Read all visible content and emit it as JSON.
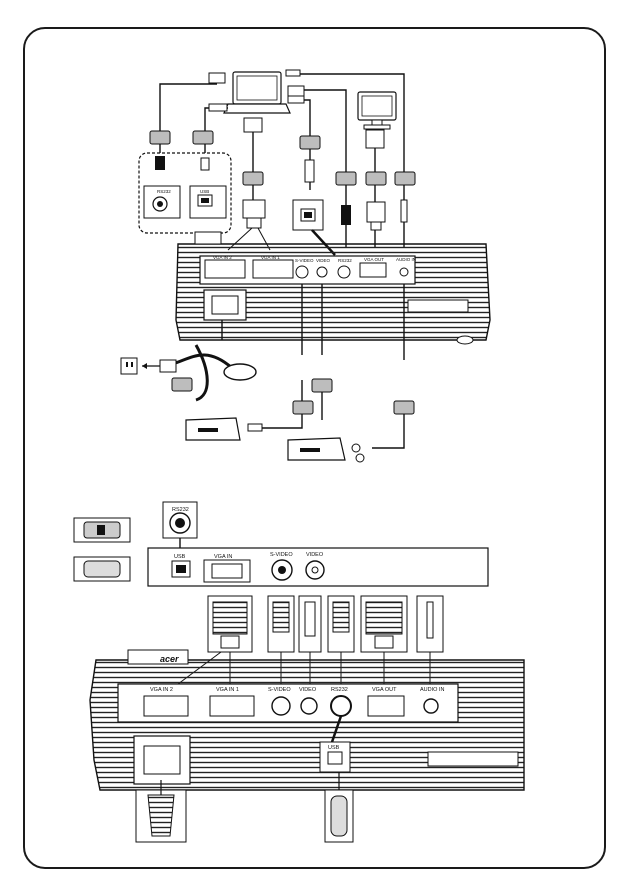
{
  "ports_top": {
    "vga_in_2": "VGA IN 2",
    "vga_in_1": "VGA IN 1",
    "s_video": "S-VIDEO",
    "video": "VIDEO",
    "rs232": "RS232",
    "vga_out": "VGA OUT",
    "audio_in": "AUDIO IN",
    "usb": "USB"
  },
  "ports_bottom": {
    "vga_in_2": "VGA IN 2",
    "vga_in_1": "VGA IN 1",
    "s_video": "S-VIDEO",
    "video": "VIDEO",
    "rs232": "RS232",
    "vga_out": "VGA OUT",
    "audio_in": "AUDIO IN",
    "usb": "USB"
  },
  "zoom_panel": {
    "rs232": "RS232",
    "usb": "USB",
    "vga_in": "VGA IN",
    "s_video": "S-VIDEO",
    "video": "VIDEO"
  },
  "brand_logo": "acer",
  "icons": [
    "laptop-icon",
    "monitor-icon",
    "dvd-player-icon",
    "vcr-icon",
    "power-outlet-icon",
    "power-cord-icon"
  ]
}
